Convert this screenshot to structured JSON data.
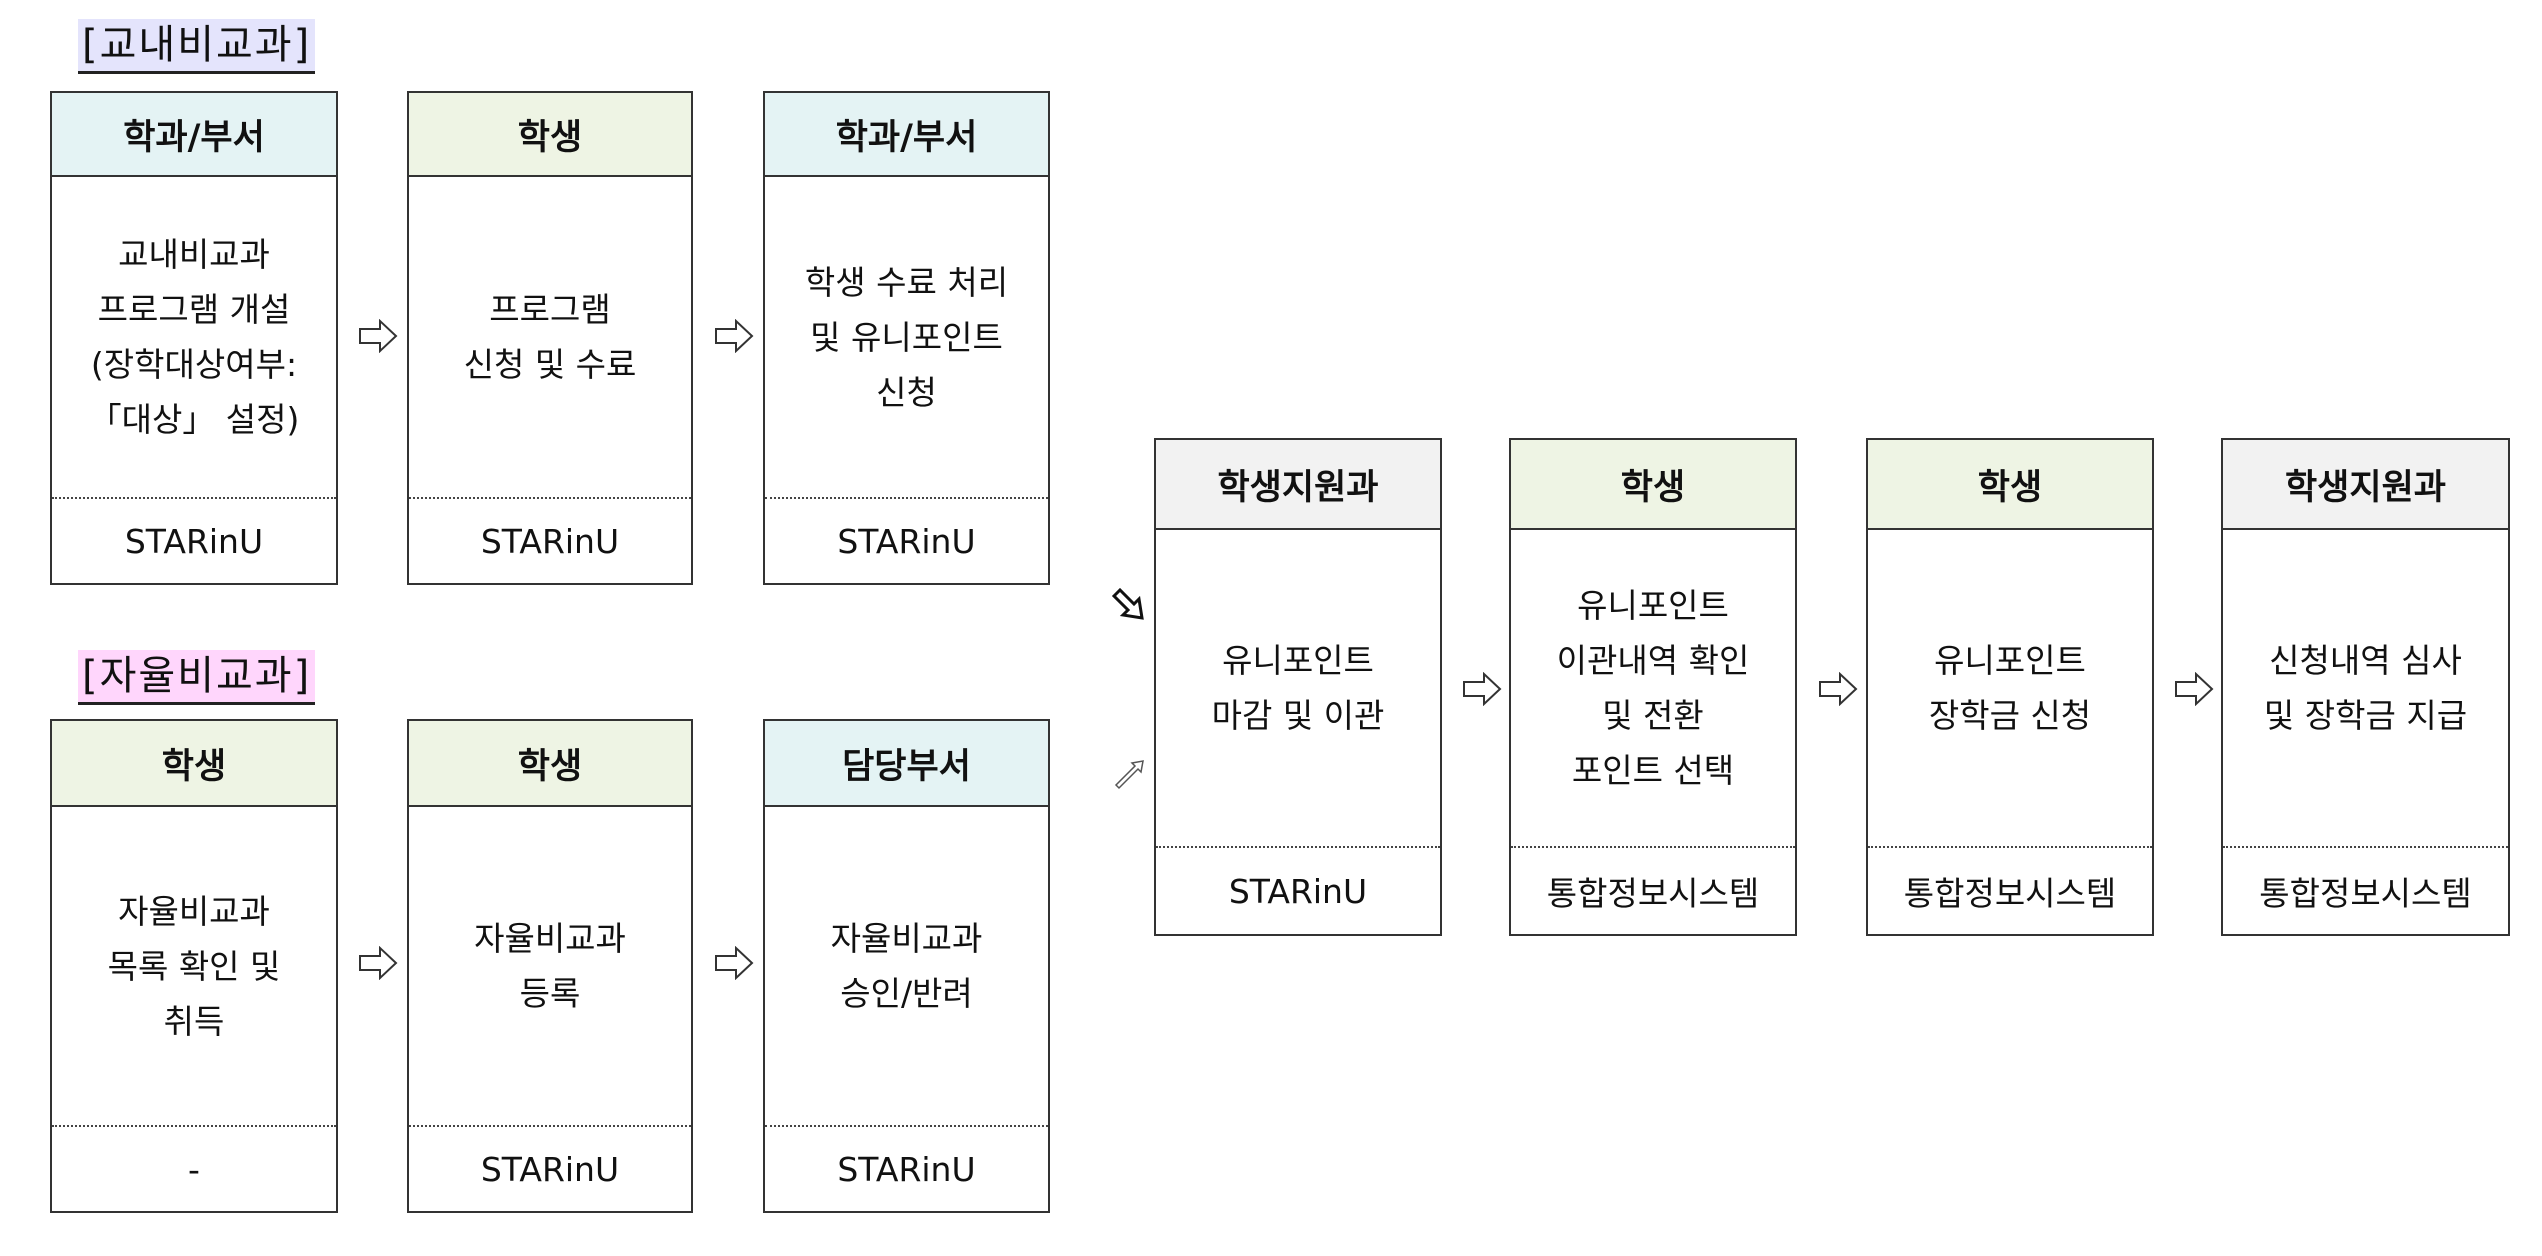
{
  "sections": {
    "internal": "[교내비교과]",
    "selfdirected": "[자율비교과]"
  },
  "colors": {
    "dept_header": "#e4f3f4",
    "student_header": "#eef4e4",
    "support_header": "#f2f2f2",
    "internal_title_bg": "#e4e4fc",
    "self_title_bg": "#ffd6fc"
  },
  "internal": [
    {
      "actor": "학과/부서",
      "task": "교내비교과\n프로그램 개설\n(장학대상여부:\n「대상」 설정)",
      "system": "STARinU"
    },
    {
      "actor": "학생",
      "task": "프로그램\n신청 및 수료",
      "system": "STARinU"
    },
    {
      "actor": "학과/부서",
      "task": "학생 수료 처리\n및 유니포인트\n신청",
      "system": "STARinU"
    }
  ],
  "selfdirected": [
    {
      "actor": "학생",
      "task": "자율비교과\n목록 확인 및\n취득",
      "system": "-"
    },
    {
      "actor": "학생",
      "task": "자율비교과\n등록",
      "system": "STARinU"
    },
    {
      "actor": "담당부서",
      "task": "자율비교과\n승인/반려",
      "system": "STARinU"
    }
  ],
  "common": [
    {
      "actor": "학생지원과",
      "task": "유니포인트\n마감 및 이관",
      "system": "STARinU"
    },
    {
      "actor": "학생",
      "task": "유니포인트\n이관내역 확인\n및 전환\n포인트 선택",
      "system": "통합정보시스템"
    },
    {
      "actor": "학생",
      "task": "유니포인트\n장학금 신청",
      "system": "통합정보시스템"
    },
    {
      "actor": "학생지원과",
      "task": "신청내역 심사\n및 장학금 지급",
      "system": "통합정보시스템"
    }
  ]
}
